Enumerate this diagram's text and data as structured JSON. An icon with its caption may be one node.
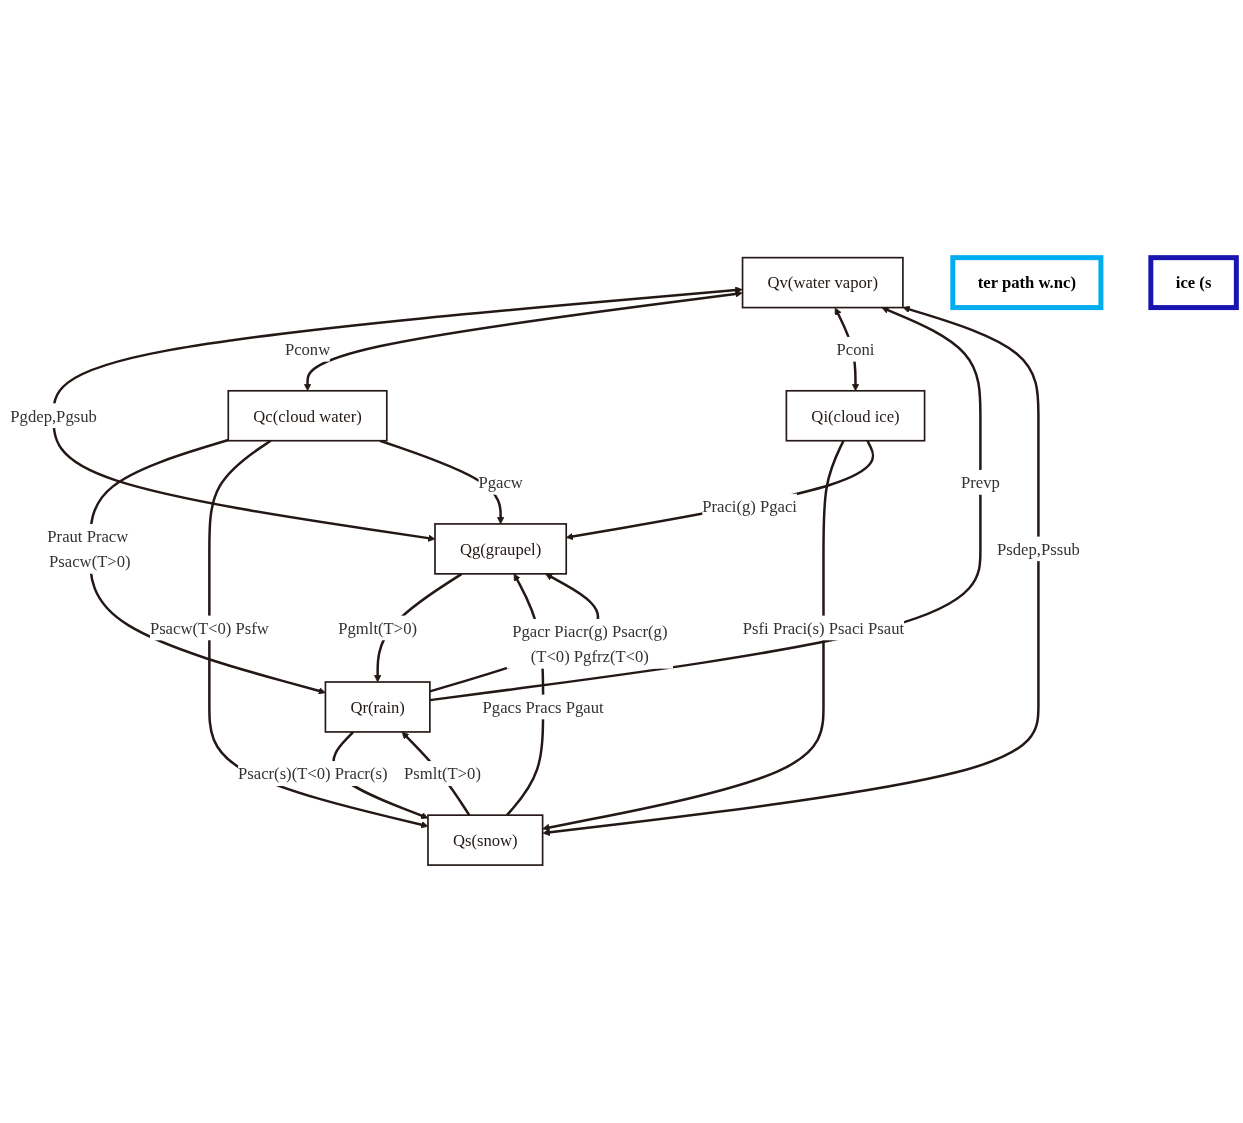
{
  "diagram": {
    "nodes": [
      {
        "text": [
          "Qv(water vapor)"
        ]
      },
      {
        "text": [
          "Qc(cloud water)"
        ]
      },
      {
        "text": [
          "Qi(cloud ice)"
        ]
      },
      {
        "text": [
          "Qr(rain)"
        ]
      },
      {
        "text": [
          "Qs(snow)"
        ]
      },
      {
        "text": [
          "Qg(graupel)"
        ]
      },
      {
        "text": [
          "ter path w.nc)"
        ]
      },
      {
        "text": [
          "ice (s"
        ]
      }
    ],
    "edges": [
      {
        "from": 0,
        "to": 5,
        "arrow": "both",
        "label": "Pgdep,Pgsub"
      },
      {
        "from": 3,
        "to": 0,
        "arrow": "to",
        "label": "Prevp"
      },
      {
        "from": 0,
        "to": 1,
        "arrow": "both",
        "label": "Pconw"
      },
      {
        "from": 0,
        "to": 2,
        "arrow": "both",
        "label": "Pconi"
      },
      {
        "from": 4,
        "to": 0,
        "arrow": "both",
        "label": "Psdep,Pssub"
      },
      {
        "from": 1,
        "to": 3,
        "arrow": "to",
        "label": "Praut Pracw Psacw(T>0)"
      },
      {
        "from": 1,
        "to": 4,
        "arrow": "to",
        "label": "Psacw(T<0) Psfw"
      },
      {
        "from": 2,
        "to": 4,
        "arrow": "to",
        "label": "Psfi Praci(s) Psaci Psaut"
      },
      {
        "from": 3,
        "to": 4,
        "arrow": "to",
        "label": "Psacr(s)(T<0) Pracr(s)"
      },
      {
        "from": 4,
        "to": 3,
        "arrow": "to",
        "label": "Psmlt(T>0)"
      },
      {
        "from": 3,
        "to": 5,
        "arrow": "to",
        "label": "Pgacr Piacr(g) Psacr(g)(T<0) Pgfrz(T<0)"
      },
      {
        "from": 5,
        "to": 3,
        "arrow": "to",
        "label": "Pgmlt(T>0)"
      },
      {
        "from": 4,
        "to": 5,
        "arrow": "to",
        "label": "Pgacs Pracs Pgaut"
      },
      {
        "from": 1,
        "to": 5,
        "arrow": "to",
        "label": "Pgacw"
      },
      {
        "from": 2,
        "to": 5,
        "arrow": "to",
        "label": "Praci(g) Pgaci"
      }
    ]
  }
}
